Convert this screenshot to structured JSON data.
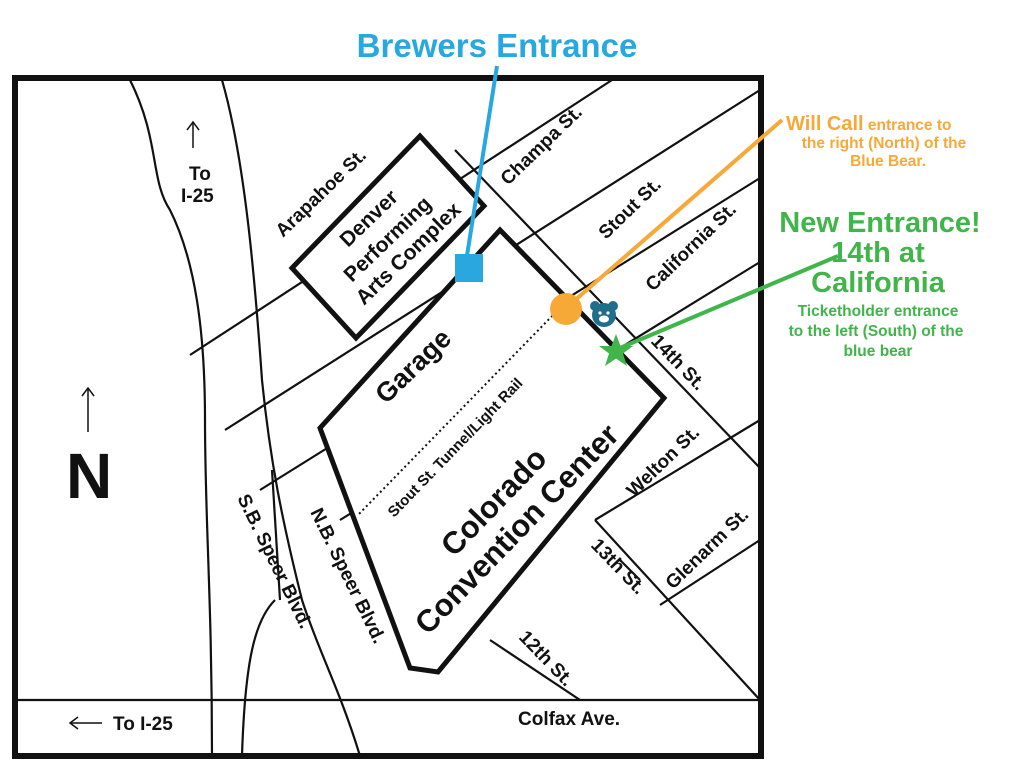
{
  "colors": {
    "brewers": "#29a7df",
    "will_call": "#f7a937",
    "new_entrance": "#3fb54a",
    "bear": "#1f6f8b",
    "ink": "#111111"
  },
  "callouts": {
    "brewers": {
      "title": "Brewers Entrance"
    },
    "will_call": {
      "title": "Will Call",
      "line1_rest": " entrance to",
      "line2": "the right (North) of the",
      "line3": "Blue Bear."
    },
    "new_entrance": {
      "title1": "New Entrance!",
      "title2": "14th at",
      "title3": "California",
      "body1": "Ticketholder entrance",
      "body2": "to the left (South) of the",
      "body3": "blue bear"
    }
  },
  "streets": {
    "arapahoe": "Arapahoe St.",
    "champa": "Champa St.",
    "stout": "Stout St.",
    "california": "California St.",
    "fourteenth": "14th St.",
    "welton": "Welton St.",
    "glenarm": "Glenarm St.",
    "thirteenth": "13th St.",
    "twelfth": "12th St.",
    "colfax": "Colfax Ave.",
    "sb_speer": "S.B. Speer Blvd.",
    "nb_speer": "N.B. Speer Blvd.",
    "tunnel": "Stout St. Tunnel/Light Rail"
  },
  "landmarks": {
    "dpac_line1": "Denver",
    "dpac_line2": "Performing",
    "dpac_line3": "Arts Complex",
    "garage": "Garage",
    "ccc_line1": "Colorado",
    "ccc_line2": "Convention Center"
  },
  "directions": {
    "to_i25_top_1": "To",
    "to_i25_top_2": "I-25",
    "to_i25_bottom": "To I-25",
    "north": "N"
  },
  "icons": {
    "bear": "blue-bear-icon",
    "star": "star-icon",
    "square": "square-marker-icon",
    "circle": "circle-marker-icon"
  }
}
